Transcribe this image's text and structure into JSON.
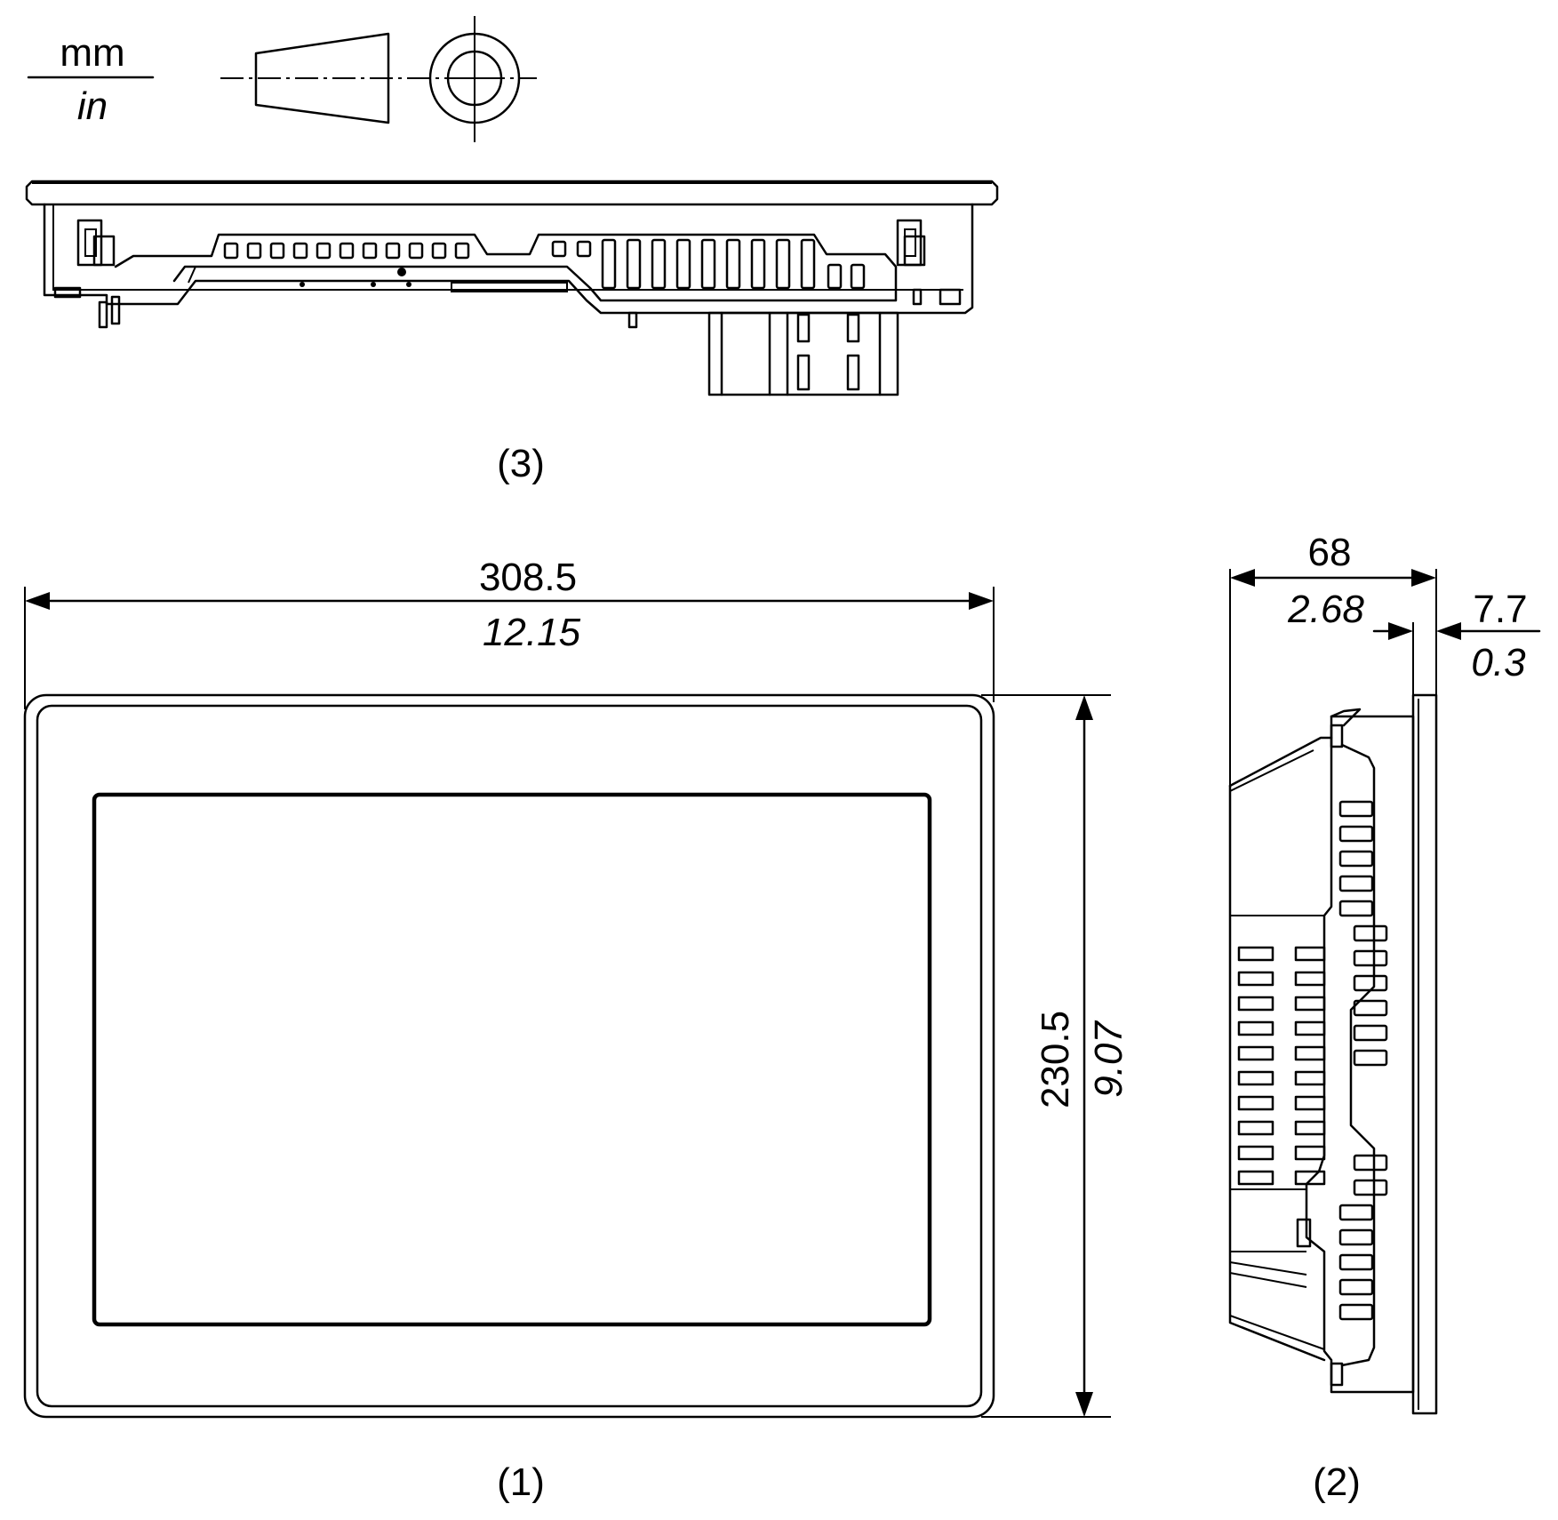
{
  "units": {
    "metric": "mm",
    "imperial": "in"
  },
  "views": {
    "front": {
      "label": "(1)"
    },
    "side": {
      "label": "(2)"
    },
    "top": {
      "label": "(3)"
    }
  },
  "dimensions": {
    "width": {
      "mm": "308.5",
      "in": "12.15"
    },
    "height": {
      "mm": "230.5",
      "in": "9.07"
    },
    "depth": {
      "mm": "68",
      "in": "2.68"
    },
    "bezel": {
      "mm": "7.7",
      "in": "0.3"
    }
  },
  "icons": {
    "projection_symbol": "first-angle-projection-icon"
  }
}
